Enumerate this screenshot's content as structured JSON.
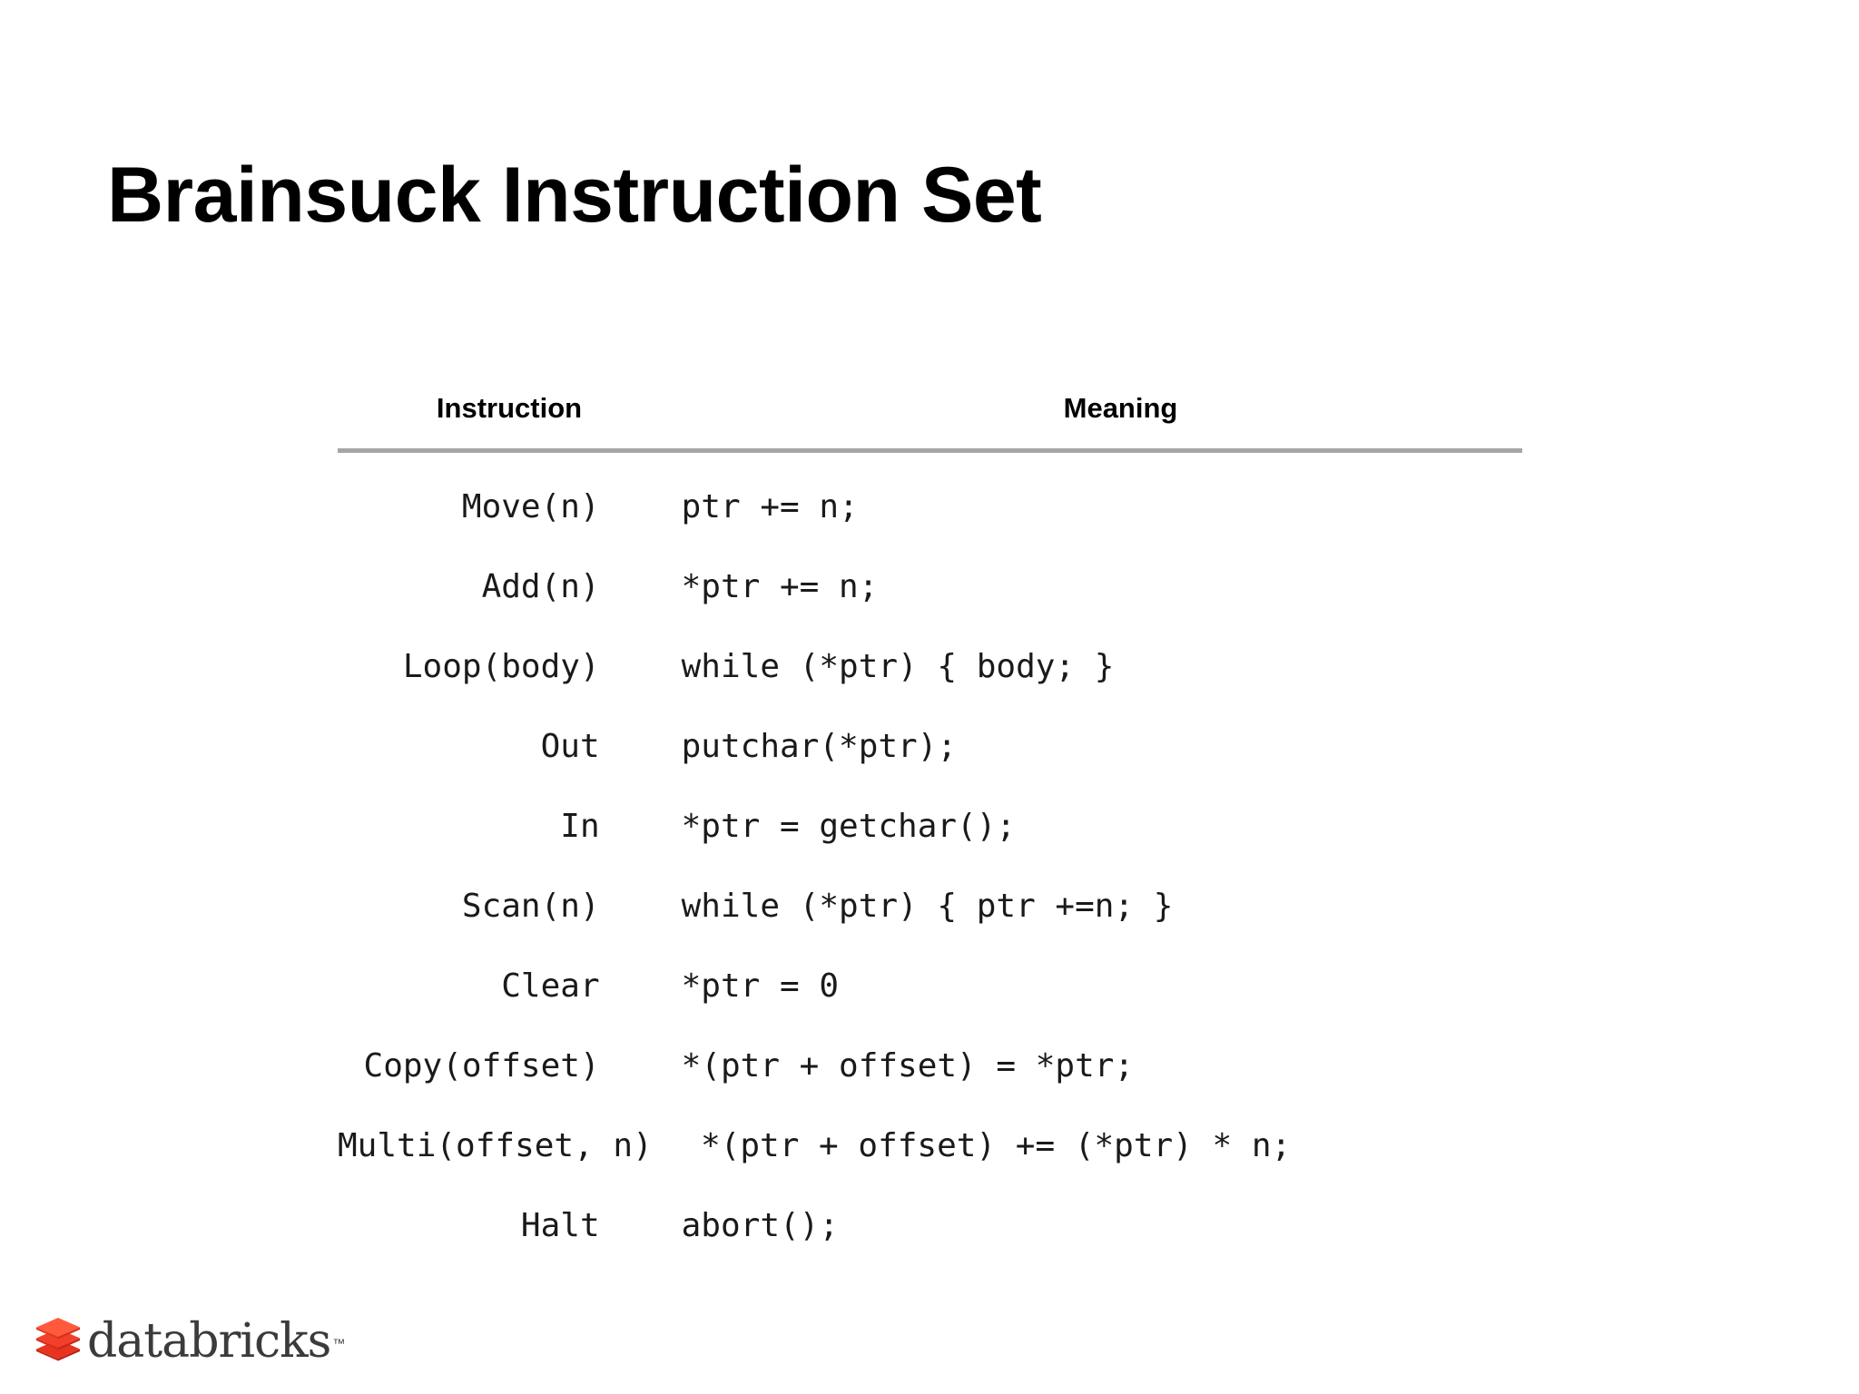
{
  "slide": {
    "title": "Brainsuck Instruction Set"
  },
  "table": {
    "headers": {
      "instruction": "Instruction",
      "meaning": "Meaning"
    },
    "rule_color": "#a6a6a6",
    "rows": [
      {
        "instruction": "Move(n)",
        "meaning": "ptr += n;"
      },
      {
        "instruction": "Add(n)",
        "meaning": "*ptr += n;"
      },
      {
        "instruction": "Loop(body)",
        "meaning": "while (*ptr) { body; }"
      },
      {
        "instruction": "Out",
        "meaning": "putchar(*ptr);"
      },
      {
        "instruction": "In",
        "meaning": "*ptr = getchar();"
      },
      {
        "instruction": "Scan(n)",
        "meaning": "while (*ptr) { ptr +=n; }"
      },
      {
        "instruction": "Clear",
        "meaning": "*ptr = 0"
      },
      {
        "instruction": "Copy(offset)",
        "meaning": "*(ptr + offset) = *ptr;"
      },
      {
        "instruction": "Multi(offset, n)",
        "meaning": "*(ptr + offset) += (*ptr) * n;"
      },
      {
        "instruction": "Halt",
        "meaning": "abort();"
      }
    ]
  },
  "footer": {
    "logo": {
      "wordmark": "databricks",
      "trademark": "™",
      "mark_colors": {
        "top": "#ff5a3c",
        "middle": "#f4402a",
        "bottom": "#e8331f"
      },
      "wordmark_color": "#3b3b3b"
    }
  }
}
